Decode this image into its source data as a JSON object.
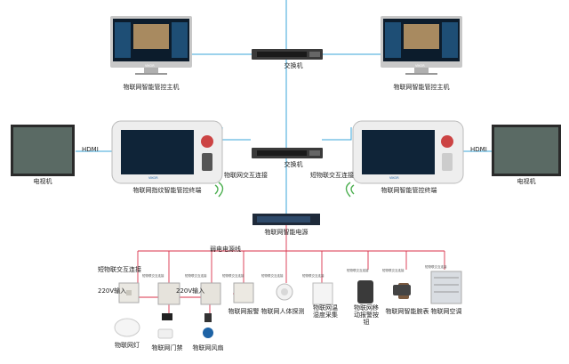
{
  "labels": {
    "host_left": "物联网智能管控主机",
    "host_right": "物联网智能管控主机",
    "switch_top": "交换机",
    "switch_mid": "交换机",
    "tv_left": "电视机",
    "tv_right": "电视机",
    "hdmi_left": "HDMI",
    "hdmi_right": "HDMI",
    "terminal_left": "物联网指纹智能管控终端",
    "terminal_right": "物联网智能管控终端",
    "link_left": "物联网交互连接",
    "link_right": "短物联交互连接",
    "power": "物联网智能电源",
    "weak_line": "弱电电源线",
    "short_link": "短物联交互连接",
    "v220_left": "220V输入",
    "v220_mid": "220V输入",
    "lamp": "物联网灯",
    "door": "物联网门禁",
    "fan": "物联网风扇",
    "alarm": "物联网报警",
    "pir": "物联网人体探测",
    "temp": "物联网温湿度采集",
    "sos": "物联网移动报警按钮",
    "watch": "物联网智能腕表",
    "ac": "物联网空调",
    "tiny_link": "短物联交互连接",
    "logo": "VIKOR"
  },
  "colors": {
    "network_line": "#3aa5d8",
    "power_line": "#d9324a",
    "wifi": "#4caf50"
  }
}
